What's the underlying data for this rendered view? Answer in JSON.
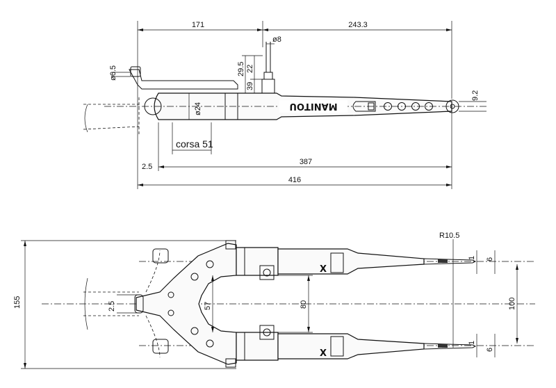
{
  "drawing": {
    "top_view": {
      "dimensions": {
        "d171": "171",
        "d243": "243.3",
        "d8": "ø8",
        "d65": "ø6.5",
        "d295": "29.5",
        "d22": "22",
        "d39": "39",
        "d24": "ø24",
        "d92": "9.2",
        "corsa": "corsa 51",
        "d25": "2.5",
        "d387": "387",
        "d416": "416"
      },
      "logo": "MANITOU"
    },
    "front_view": {
      "dimensions": {
        "d155": "155",
        "d25": "2.5",
        "d57": "57",
        "d80": "80",
        "d100": "100",
        "r105": "R10.5",
        "d1a": "1",
        "d6a": "6",
        "d1b": "1",
        "d6b": "6"
      }
    },
    "colors": {
      "ink": "#111111",
      "paper": "#ffffff"
    }
  }
}
